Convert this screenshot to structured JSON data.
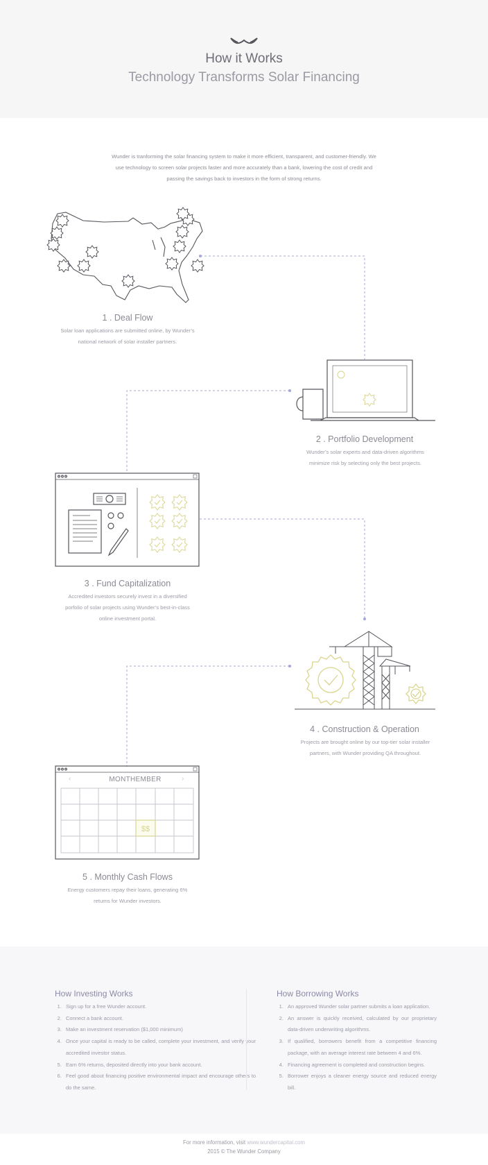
{
  "header": {
    "logo": "wunder-logo-icon",
    "title": "How it Works",
    "subtitle": "Technology Transforms Solar Financing"
  },
  "intro": "Wunder is tranforming the solar financing system to make it more efficient, transparent, and customer-friendly. We use technology to screen solar projects faster and more accurately than a bank, lowering the cost of credit and passing the savings back to investors in the form of strong returns.",
  "steps": [
    {
      "title": "1 . Deal Flow",
      "desc": "Solar loan applications are submitted online, by Wunder’s national network of solar installer partners.",
      "icon": "usa-map-icon"
    },
    {
      "title": "2 . Portfolio Development",
      "desc": "Wunder’s solar experts and data-driven algorithms minimize risk by selecting only the best projects.",
      "icon": "laptop-icon"
    },
    {
      "title": "3 . Fund Capitalization",
      "desc": "Accredited investors securely invest in a diversified porfolio of solar projects using Wunder’s best-in-class online investment portal.",
      "icon": "browser-window-icon"
    },
    {
      "title": "4 . Construction & Operation",
      "desc": "Projects are brought online by our top-tier solar installer partners, with Wunder providing QA throughout.",
      "icon": "construction-crane-icon"
    },
    {
      "title": "5 . Monthly Cash Flows",
      "desc": "Energy customers repay their loans, generating 6% returns for Wunder investors.",
      "icon": "calendar-icon"
    }
  ],
  "calendar": {
    "month": "MONTHEMBER",
    "prev": "‹",
    "next": "›",
    "marker": "$$"
  },
  "investing": {
    "title": "How Investing  Works",
    "items": [
      "Sign up for a free Wunder account.",
      "Connect a bank account.",
      "Make an investment reservation ($1,000 minimum)",
      "Once your capital is ready to be called, complete your investment, and verify your accredited investor status.",
      "Earn 6% returns, deposited directly into your bank account.",
      "Feel good about financing positive environmental impact and encourage others to do the same."
    ]
  },
  "borrowing": {
    "title": "How Borrowing  Works",
    "items": [
      "An approved Wunder solar partner submits a loan application.",
      "An answer is quickly received, calculated by our proprietary data-driven underwriting algorithms.",
      "If qualified, borrowers benefit from a competitive financing package, with an average interest rate between 4 and 6%.",
      "Financing agreement is completed and construction begins.",
      "Borrower enjoys a cleaner energy source and reduced energy bill."
    ]
  },
  "footer": {
    "info_prefix": "For more information, visit ",
    "link": "www.wundercapital.com",
    "copyright": "2015 © The Wunder Company"
  },
  "colors": {
    "line": "#55555c",
    "accent": "#d9d58f",
    "dotted": "#a6a6d6"
  }
}
